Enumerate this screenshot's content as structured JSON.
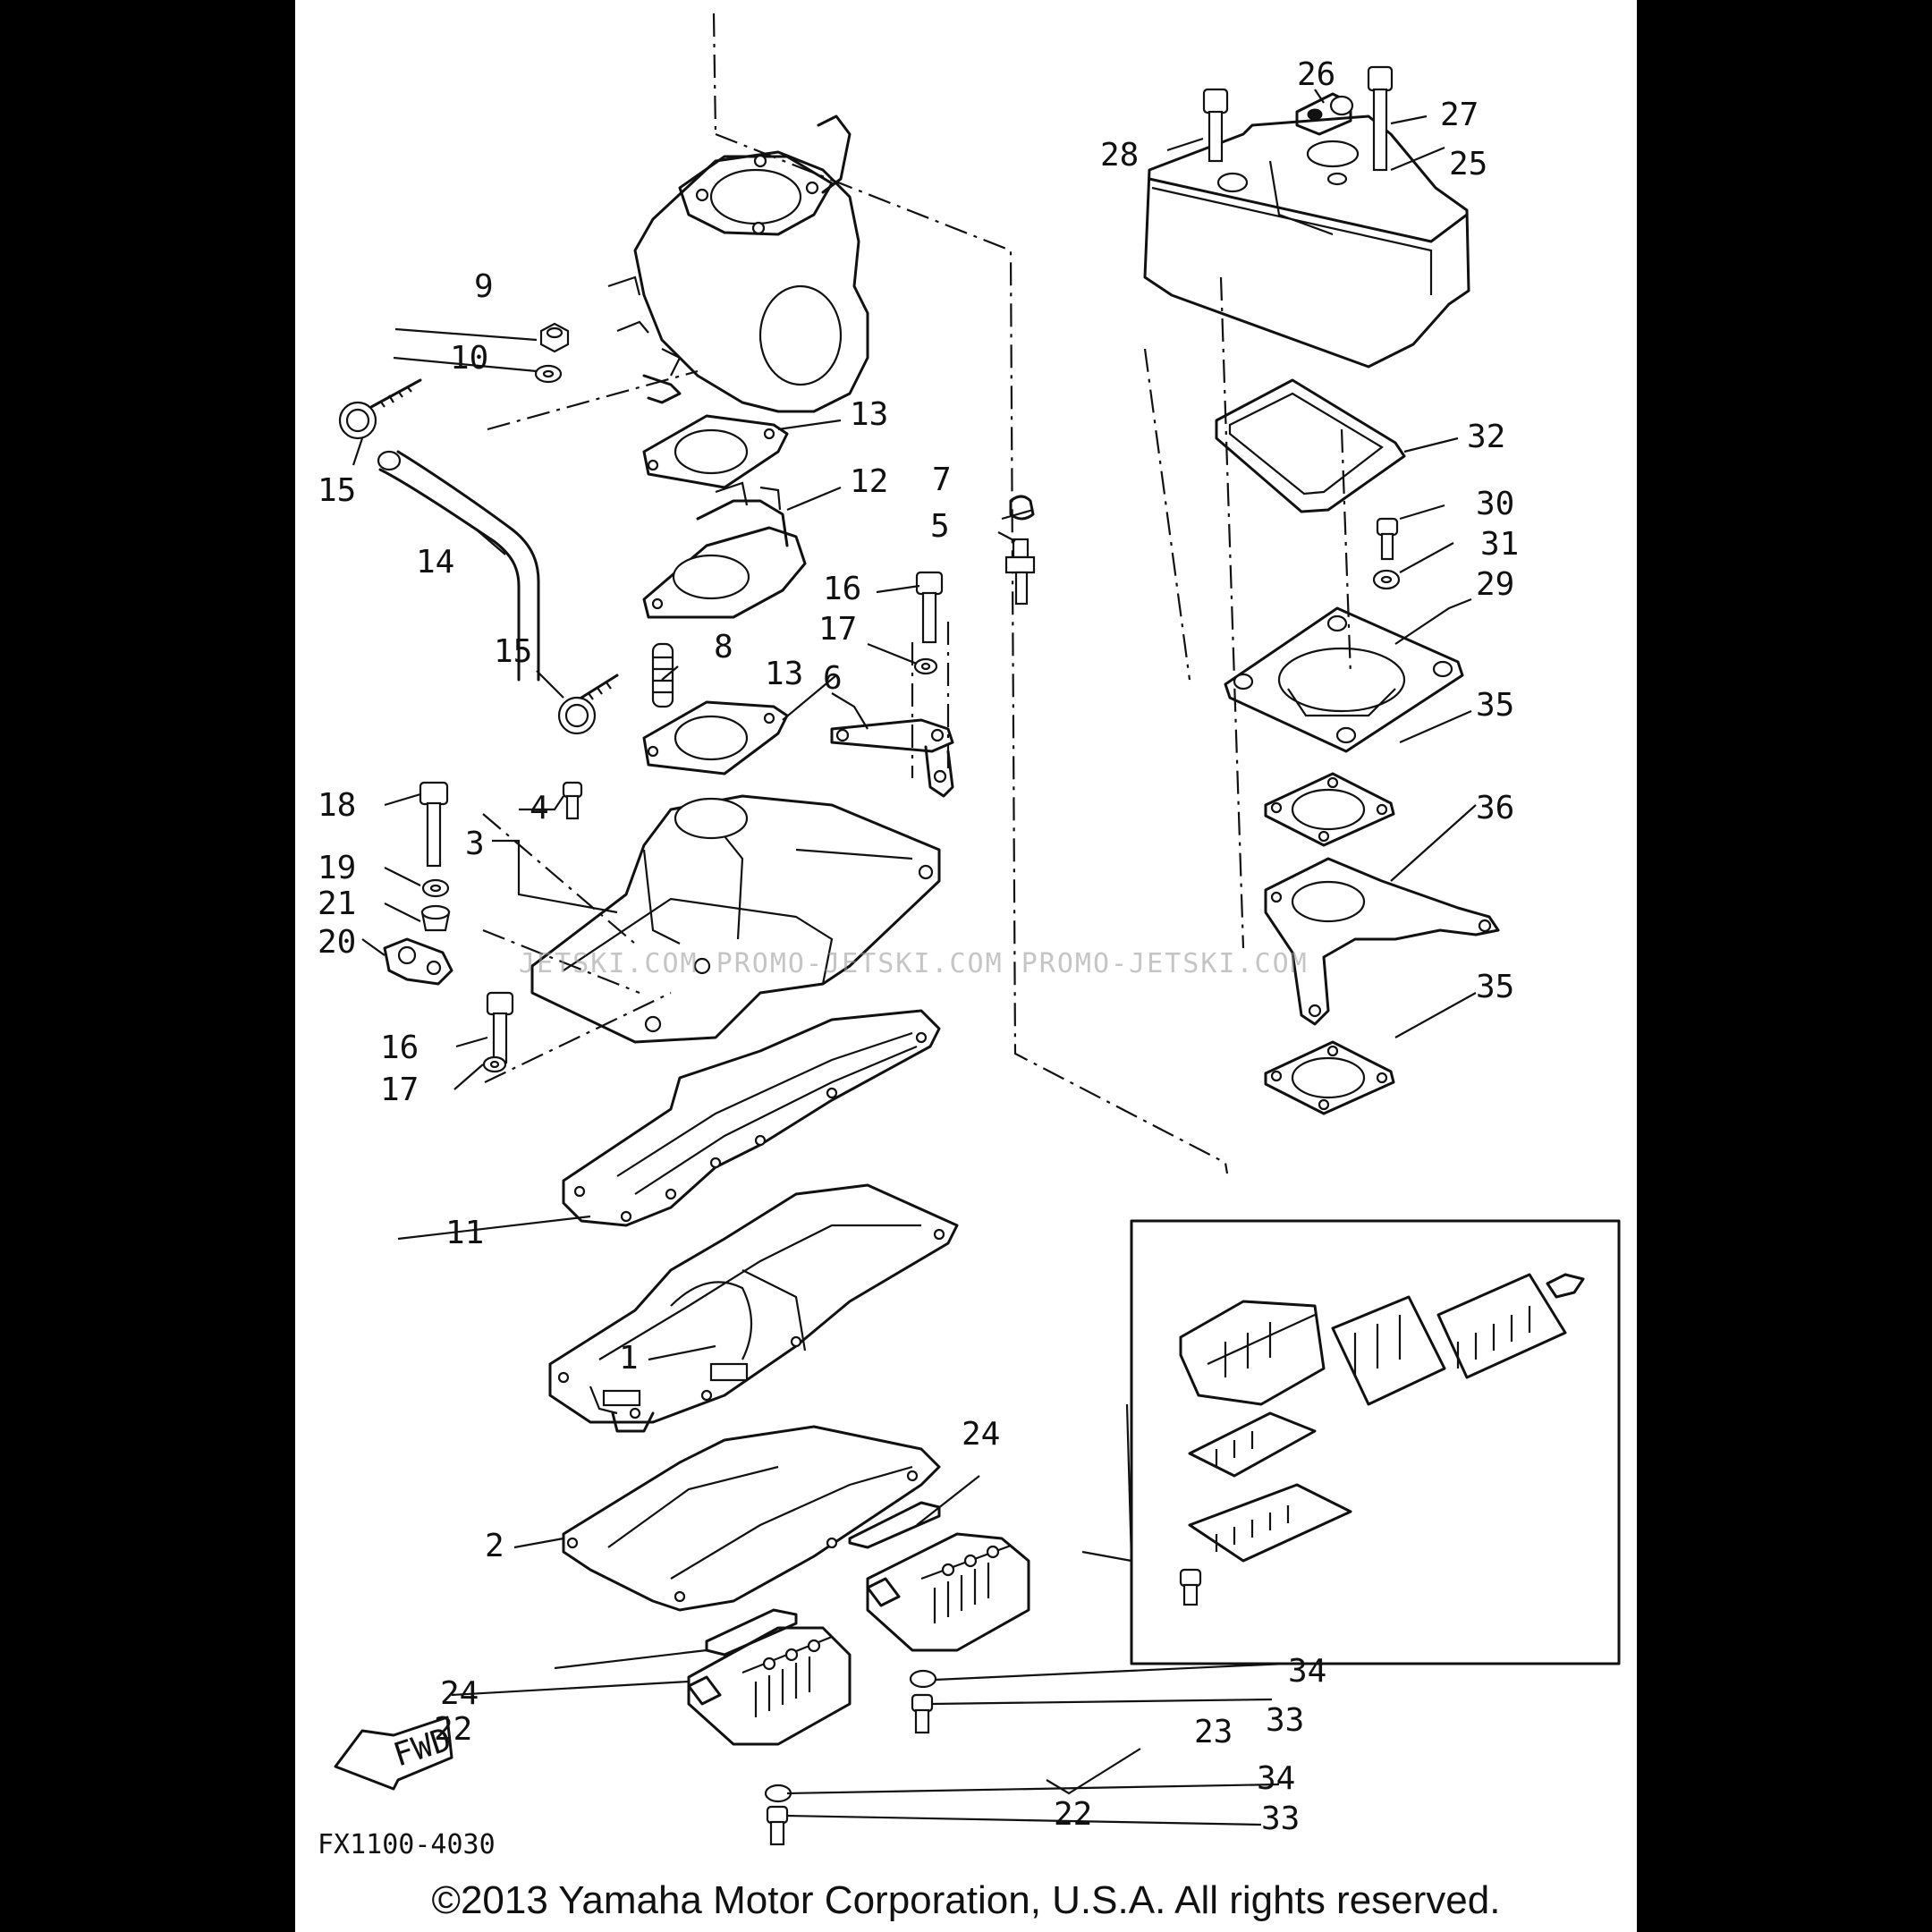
{
  "diagram": {
    "callouts": [
      {
        "id": "c1",
        "text": "1"
      },
      {
        "id": "c2",
        "text": "2"
      },
      {
        "id": "c3",
        "text": "3"
      },
      {
        "id": "c4",
        "text": "4"
      },
      {
        "id": "c5",
        "text": "5"
      },
      {
        "id": "c6",
        "text": "6"
      },
      {
        "id": "c7",
        "text": "7"
      },
      {
        "id": "c8",
        "text": "8"
      },
      {
        "id": "c9",
        "text": "9"
      },
      {
        "id": "c10",
        "text": "10"
      },
      {
        "id": "c11",
        "text": "11"
      },
      {
        "id": "c12",
        "text": "12"
      },
      {
        "id": "c13a",
        "text": "13"
      },
      {
        "id": "c13b",
        "text": "13"
      },
      {
        "id": "c14",
        "text": "14"
      },
      {
        "id": "c15a",
        "text": "15"
      },
      {
        "id": "c15b",
        "text": "15"
      },
      {
        "id": "c16a",
        "text": "16"
      },
      {
        "id": "c16b",
        "text": "16"
      },
      {
        "id": "c17a",
        "text": "17"
      },
      {
        "id": "c17b",
        "text": "17"
      },
      {
        "id": "c18",
        "text": "18"
      },
      {
        "id": "c19",
        "text": "19"
      },
      {
        "id": "c20",
        "text": "20"
      },
      {
        "id": "c21",
        "text": "21"
      },
      {
        "id": "c22a",
        "text": "22"
      },
      {
        "id": "c22b",
        "text": "22"
      },
      {
        "id": "c23",
        "text": "23"
      },
      {
        "id": "c24a",
        "text": "24"
      },
      {
        "id": "c24b",
        "text": "24"
      },
      {
        "id": "c25",
        "text": "25"
      },
      {
        "id": "c26",
        "text": "26"
      },
      {
        "id": "c27",
        "text": "27"
      },
      {
        "id": "c28",
        "text": "28"
      },
      {
        "id": "c29",
        "text": "29"
      },
      {
        "id": "c30",
        "text": "30"
      },
      {
        "id": "c31",
        "text": "31"
      },
      {
        "id": "c32",
        "text": "32"
      },
      {
        "id": "c33a",
        "text": "33"
      },
      {
        "id": "c33b",
        "text": "33"
      },
      {
        "id": "c34a",
        "text": "34"
      },
      {
        "id": "c34b",
        "text": "34"
      },
      {
        "id": "c35a",
        "text": "35"
      },
      {
        "id": "c35b",
        "text": "35"
      },
      {
        "id": "c36",
        "text": "36"
      }
    ],
    "fwd_label": "FWD",
    "diagram_code": "FX1100-4030"
  },
  "watermark": "JETSKI.COM PROMO-JETSKI.COM PROMO-JETSKI.COM",
  "copyright": "©2013 Yamaha Motor Corporation, U.S.A. All rights reserved.",
  "colors": {
    "line": "#111111",
    "paper": "#ffffff",
    "background": "#000000",
    "watermark": "#969696"
  }
}
